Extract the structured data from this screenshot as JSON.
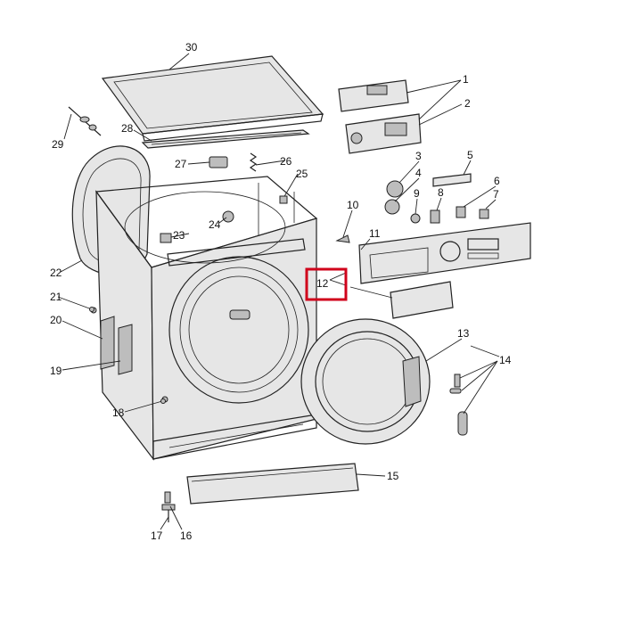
{
  "labels": {
    "l1": "1",
    "l2": "2",
    "l3": "3",
    "l4": "4",
    "l5": "5",
    "l6": "6",
    "l7": "7",
    "l8": "8",
    "l9": "9",
    "l10": "10",
    "l11": "11",
    "l12": "12",
    "l13": "13",
    "l14": "14",
    "l15": "15",
    "l16": "16",
    "l17": "17",
    "l18": "18",
    "l19": "19",
    "l20": "20",
    "l21": "21",
    "l22": "22",
    "l23": "23",
    "l24": "24",
    "l25": "25",
    "l26": "26",
    "l27": "27",
    "l28": "28",
    "l29": "29",
    "l30": "30"
  },
  "highlight_color": "#d0021b"
}
